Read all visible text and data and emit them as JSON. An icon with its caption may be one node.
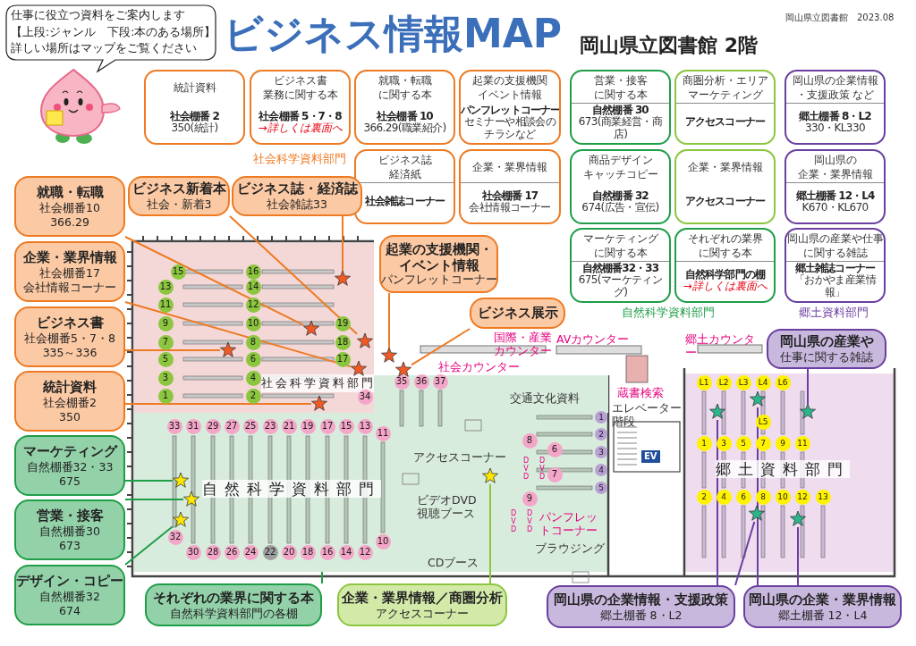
{
  "diagram": {
    "title": "ビジネス情報MAP",
    "nodes": [
      {
        "text": [
          "仕事に役立つ資料をご案内します",
          "【上段:ジャンル　下段:本のある場所】",
          "詳しい場所はマップをご覧ください"
        ]
      },
      {
        "text": [
          "統計資料",
          "社会棚番 2",
          "350(統計)"
        ]
      },
      {
        "text": [
          "ビジネス書",
          "業務に関する本",
          "社会棚番 5・7・8",
          "→詳しくは裏面へ"
        ]
      },
      {
        "text": [
          "就職・転職",
          "に関する本",
          "社会棚番 10",
          "366.29(職業紹介)"
        ]
      },
      {
        "text": [
          "起業の支援機関",
          "イベント情報",
          "パンフレットコーナー",
          "セミナーや相談会の",
          "チラシなど"
        ]
      },
      {
        "text": [
          "ビジネス誌",
          "経済紙",
          "社会雑誌コーナー"
        ]
      },
      {
        "text": [
          "企業・業界情報",
          "社会棚番 17",
          "会社情報コーナー"
        ]
      },
      {
        "text": [
          "営業・接客",
          "に関する本",
          "自然棚番 30",
          "673(商業経営・商店)"
        ]
      },
      {
        "text": [
          "商圏分析・エリア",
          "マーケティング",
          "アクセスコーナー"
        ]
      },
      {
        "text": [
          "商品デザイン",
          "キャッチコピー",
          "自然棚番 32",
          "674(広告・宣伝)"
        ]
      },
      {
        "text": [
          "企業・業界情報",
          "アクセスコーナー"
        ]
      },
      {
        "text": [
          "マーケティング",
          "に関する本",
          "自然棚番32・33",
          "675(マーケティング)"
        ]
      },
      {
        "text": [
          "それぞれの業界",
          "に関する本",
          "自然科学部門の棚",
          "→詳しくは裏面へ"
        ]
      },
      {
        "text": [
          "岡山県の企業情報",
          "・支援政策 など",
          "郷土棚番 8・L2",
          "330・KL330"
        ]
      },
      {
        "text": [
          "岡山県の",
          "企業・業界情報",
          "郷土棚番 12・L4",
          "K670・KL670"
        ]
      },
      {
        "text": [
          "岡山県の産業や仕事",
          "に関する雑誌",
          "郷土雑誌コーナー",
          "「おかやま産業情報」"
        ]
      },
      {
        "text": [
          "就職・転職",
          "社会棚番10",
          "366.29"
        ]
      },
      {
        "text": [
          "ビジネス新着本",
          "社会・新着3"
        ]
      },
      {
        "text": [
          "ビジネス誌・経済誌",
          "社会雑誌33"
        ]
      },
      {
        "text": [
          "企業・業界情報",
          "社会棚番17",
          "会社情報コーナー"
        ]
      },
      {
        "text": [
          "ビジネス書",
          "社会棚番5・7・8",
          "335～336"
        ]
      },
      {
        "text": [
          "統計資料",
          "社会棚番2",
          "350"
        ]
      },
      {
        "text": [
          "起業の支援機関・",
          "イベント情報",
          "パンフレットコーナー"
        ]
      },
      {
        "text": [
          "ビジネス展示"
        ]
      },
      {
        "text": [
          "マーケティング",
          "自然棚番32・33",
          "675"
        ]
      },
      {
        "text": [
          "営業・接客",
          "自然棚番30",
          "673"
        ]
      },
      {
        "text": [
          "デザイン・コピー",
          "自然棚番32",
          "674"
        ]
      },
      {
        "text": [
          "それぞれの業界に関する本",
          "自然科学資料部門の各棚"
        ]
      },
      {
        "text": [
          "企業・業界情報／商圏分析",
          "アクセスコーナー"
        ]
      },
      {
        "text": [
          "岡山県の産業や",
          "仕事に関する雑誌"
        ]
      },
      {
        "text": [
          "岡山県の企業情報・支援政策",
          "郷土棚番 8・L2"
        ]
      },
      {
        "text": [
          "岡山県の企業・業界情報",
          "郷土棚番 12・L4"
        ]
      },
      {
        "text": [
          "社会科学資料部門"
        ]
      },
      {
        "text": [
          "自然科学資料部門"
        ]
      },
      {
        "text": [
          "郷土資料部門"
        ]
      },
      {
        "text": [],
        "shape": "star",
        "in": 32
      },
      {
        "text": [],
        "shape": "star",
        "in": 32
      },
      {
        "text": [],
        "shape": "star",
        "in": 32
      },
      {
        "text": [],
        "shape": "star",
        "in": 32
      },
      {
        "text": [],
        "shape": "star",
        "in": 32
      },
      {
        "text": [],
        "shape": "star",
        "in": 32
      },
      {
        "text": [],
        "shape": "star"
      },
      {
        "text": [],
        "shape": "star"
      },
      {
        "text": [],
        "shape": "star",
        "in": 33
      },
      {
        "text": [],
        "shape": "star",
        "in": 33
      },
      {
        "text": [],
        "shape": "star",
        "in": 33
      },
      {
        "text": [],
        "shape": "star",
        "in": 33
      },
      {
        "text": [],
        "shape": "star",
        "in": 34
      },
      {
        "text": [],
        "shape": "star",
        "in": 34
      },
      {
        "text": [],
        "shape": "star",
        "in": 34
      },
      {
        "text": [],
        "shape": "star",
        "in": 34
      },
      {
        "text": [],
        "shape": "star",
        "in": 34
      }
    ],
    "edges": [
      {
        "from": 16,
        "to": 36,
        "arrow": "none"
      },
      {
        "from": 17,
        "to": 37,
        "arrow": "none"
      },
      {
        "from": 18,
        "to": 35,
        "arrow": "none"
      },
      {
        "from": 19,
        "to": 39,
        "arrow": "none"
      },
      {
        "from": 20,
        "to": 38,
        "arrow": "none"
      },
      {
        "from": 21,
        "to": 40,
        "arrow": "none"
      },
      {
        "from": 22,
        "to": 41,
        "arrow": "none"
      },
      {
        "from": 23,
        "to": 42,
        "arrow": "none"
      },
      {
        "from": 24,
        "to": 43,
        "arrow": "none",
        "color": "#1f9e48"
      },
      {
        "from": 25,
        "to": 44,
        "arrow": "none",
        "color": "#1f9e48"
      },
      {
        "from": 26,
        "to": 45,
        "arrow": "none",
        "color": "#1f9e48"
      },
      {
        "from": 27,
        "to": 33,
        "arrow": "none",
        "color": "#1f9e48"
      },
      {
        "from": 28,
        "to": 46,
        "arrow": "none",
        "color": "#8cc63f"
      },
      {
        "from": 29,
        "to": 49,
        "arrow": "none",
        "color": "#6b3fa0"
      },
      {
        "from": 30,
        "to": 48,
        "arrow": "none",
        "color": "#6b3fa0"
      },
      {
        "from": 30,
        "to": 50,
        "arrow": "none",
        "color": "#6b3fa0"
      },
      {
        "from": 31,
        "to": 47,
        "arrow": "none",
        "color": "#6b3fa0"
      },
      {
        "from": 31,
        "to": 51,
        "arrow": "none",
        "color": "#6b3fa0"
      }
    ],
    "labels": [
      "岡山県立図書館 2階",
      "岡山県立図書館",
      "2023.08",
      "社会科学資料部門",
      "自然科学資料部門",
      "郷土資料部門",
      "社会カウンター",
      "国際・産業カウンター",
      "AVカウンター",
      "郷土カウンター",
      "蔵書検索",
      "交通文化資料",
      "エレベーター",
      "階段",
      "アクセスコーナー",
      "EV",
      "ビデオDVD視聴ブース",
      "パンフレットコーナー",
      "CDブース",
      "ブラウジング",
      "DVD",
      "DVD",
      "DVD",
      "DVD",
      "15",
      "16",
      "13",
      "14",
      "11",
      "12",
      "9",
      "10",
      "19",
      "7",
      "8",
      "18",
      "5",
      "6",
      "17",
      "3",
      "4",
      "1",
      "2",
      "34",
      "35",
      "36",
      "37",
      "33",
      "31",
      "29",
      "27",
      "25",
      "23",
      "21",
      "19",
      "17",
      "15",
      "13",
      "11",
      "32",
      "10",
      "30",
      "28",
      "26",
      "24",
      "22",
      "20",
      "18",
      "16",
      "14",
      "12",
      "8",
      "6",
      "7",
      "9",
      "1",
      "2",
      "3",
      "4",
      "5",
      "L1",
      "L2",
      "L3",
      "L4",
      "L6",
      "L5",
      "1",
      "3",
      "5",
      "7",
      "9",
      "11",
      "2",
      "4",
      "6",
      "8",
      "10",
      "12",
      "13"
    ]
  }
}
